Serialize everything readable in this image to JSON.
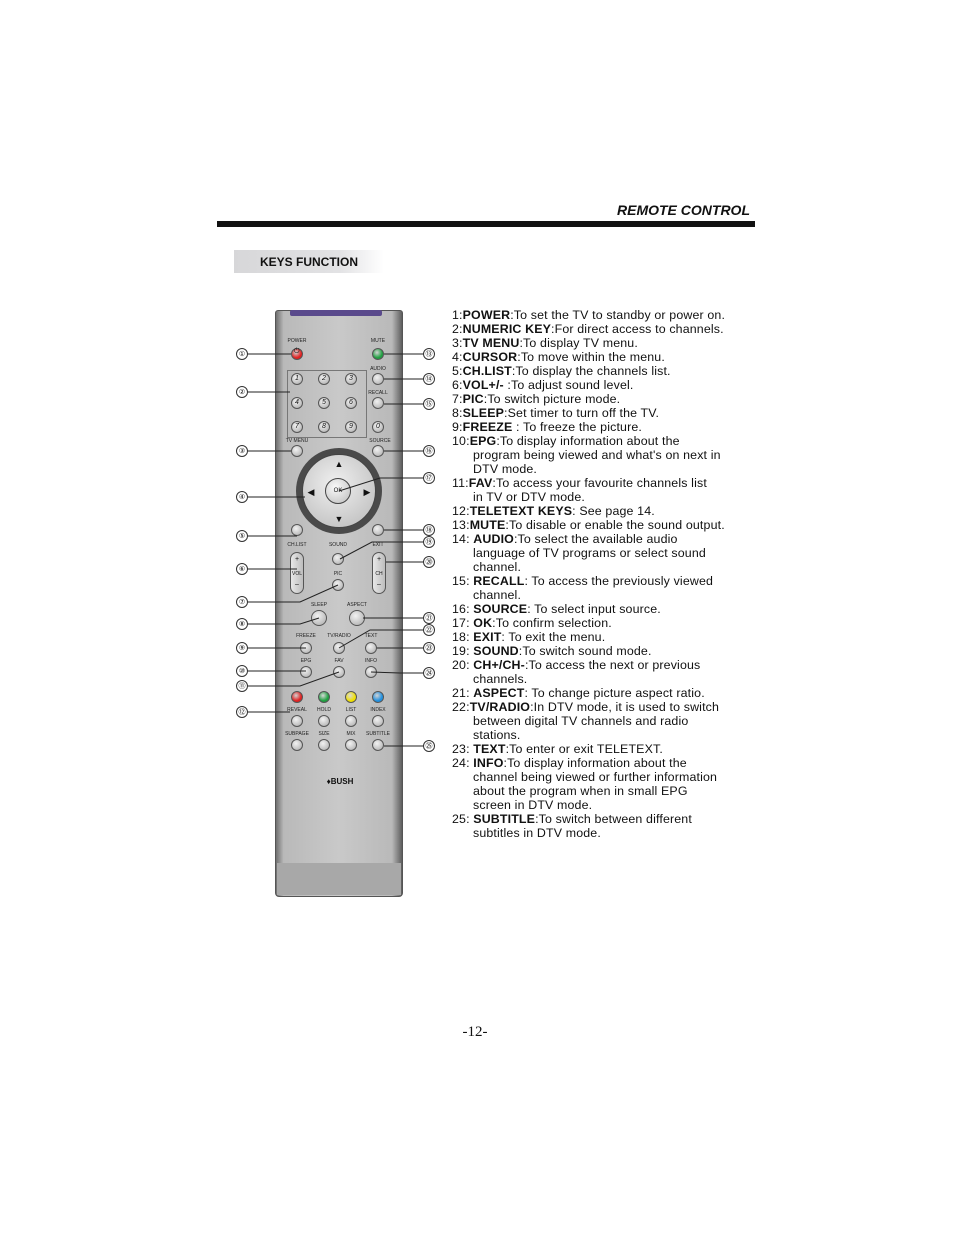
{
  "header": {
    "title": "REMOTE CONTROL"
  },
  "section": {
    "label": "KEYS FUNCTION"
  },
  "remote": {
    "brand": "♦BUSH",
    "labels": {
      "power": "POWER",
      "mute": "MUTE",
      "audio": "AUDIO",
      "recall": "RECALL",
      "tv_menu": "TV MENU",
      "source": "SOURCE",
      "ok": "OK",
      "ch_list": "CH.LIST",
      "sound": "SOUND",
      "exit": "EXIT",
      "vol": "VOL",
      "pic": "PIC",
      "ch": "CH",
      "sleep": "SLEEP",
      "aspect": "ASPECT",
      "freeze": "FREEZE",
      "tv_radio": "TV/RADIO",
      "text": "TEXT",
      "epg": "EPG",
      "fav": "FAV",
      "info": "INFO",
      "reveal": "REVEAL",
      "hold": "HOLD",
      "list": "LIST",
      "index": "INDEX",
      "subpage": "SUBPAGE",
      "size": "SIZE",
      "mix": "MIX",
      "subtitle": "SUBTITLE",
      "plus": "+",
      "minus": "–"
    },
    "numbers": [
      "1",
      "2",
      "3",
      "4",
      "5",
      "6",
      "7",
      "8",
      "9",
      "0"
    ],
    "colors": {
      "power": "#e02020",
      "mute": "#1fa040",
      "red": "#e02020",
      "green": "#1fa040",
      "yellow": "#f0e000",
      "blue": "#2090e0"
    }
  },
  "callouts": [
    "①",
    "②",
    "③",
    "④",
    "⑤",
    "⑥",
    "⑦",
    "⑧",
    "⑨",
    "⑩",
    "⑪",
    "⑫",
    "⑬",
    "⑭",
    "⑮",
    "⑯",
    "⑰",
    "⑱",
    "⑲",
    "⑳",
    "㉑",
    "㉒",
    "㉓",
    "㉔",
    "㉕"
  ],
  "descriptions": [
    {
      "prefix": "1:",
      "key": "POWER",
      "lines": [
        ":To set the TV to standby or power on."
      ]
    },
    {
      "prefix": "2:",
      "key": "NUMERIC KEY",
      "lines": [
        ":For direct access to channels."
      ]
    },
    {
      "prefix": "3:",
      "key": "TV MENU",
      "lines": [
        ":To display TV menu."
      ]
    },
    {
      "prefix": "4:",
      "key": "CURSOR",
      "lines": [
        ":To move within the menu."
      ]
    },
    {
      "prefix": "5:",
      "key": "CH.LIST",
      "lines": [
        ":To display the channels list."
      ]
    },
    {
      "prefix": "6:",
      "key": "VOL+/-",
      "lines": [
        " :To adjust sound level."
      ]
    },
    {
      "prefix": "7:",
      "key": "PIC",
      "lines": [
        ":To switch picture mode."
      ]
    },
    {
      "prefix": "8:",
      "key": "SLEEP",
      "lines": [
        ":Set timer to turn off the TV."
      ]
    },
    {
      "prefix": "9:",
      "key": "FREEZE",
      "lines": [
        " : To freeze the picture."
      ]
    },
    {
      "prefix": "10:",
      "key": "EPG",
      "lines": [
        ":To display information about the",
        "program being viewed and what's on next in",
        "DTV mode."
      ]
    },
    {
      "prefix": "11:",
      "key": "FAV",
      "lines": [
        ":To access your favourite channels list",
        "in TV or DTV mode."
      ]
    },
    {
      "prefix": "12:",
      "key": "TELETEXT KEYS",
      "lines": [
        ": See page 14."
      ]
    },
    {
      "prefix": "13:",
      "key": "MUTE",
      "lines": [
        ":To disable or enable the sound output."
      ]
    },
    {
      "prefix": "14: ",
      "key": "AUDIO",
      "lines": [
        ":To select the available audio",
        "language of TV programs or select sound",
        "channel."
      ]
    },
    {
      "prefix": "15: ",
      "key": "RECALL",
      "lines": [
        ": To access the previously viewed",
        "channel."
      ]
    },
    {
      "prefix": "16: ",
      "key": "SOURCE",
      "lines": [
        ": To select input source."
      ]
    },
    {
      "prefix": "17: ",
      "key": "OK",
      "lines": [
        ":To confirm selection."
      ]
    },
    {
      "prefix": "18: ",
      "key": "EXIT",
      "lines": [
        ": To exit  the menu."
      ]
    },
    {
      "prefix": "19: ",
      "key": "SOUND",
      "lines": [
        ":To switch sound mode."
      ]
    },
    {
      "prefix": "20: ",
      "key": "CH+/CH-",
      "lines": [
        ":To access the next or previous",
        "channels."
      ]
    },
    {
      "prefix": "21: ",
      "key": "ASPECT",
      "lines": [
        ": To change picture aspect ratio."
      ]
    },
    {
      "prefix": "22:",
      "key": "TV/RADIO",
      "lines": [
        ":In DTV mode, it is used  to switch",
        "between digital TV channels and  radio",
        "stations."
      ]
    },
    {
      "prefix": "23: ",
      "key": "TEXT",
      "lines": [
        ":To enter or exit TELETEXT."
      ]
    },
    {
      "prefix": "24: ",
      "key": "INFO",
      "lines": [
        ":To display information about the",
        "channel being viewed or further information",
        "about the  program when in small EPG",
        "screen in DTV mode."
      ]
    },
    {
      "prefix": "25: ",
      "key": "SUBTITLE",
      "lines": [
        ":To switch between different",
        "subtitles in DTV mode."
      ]
    }
  ],
  "page_number": "-12-"
}
